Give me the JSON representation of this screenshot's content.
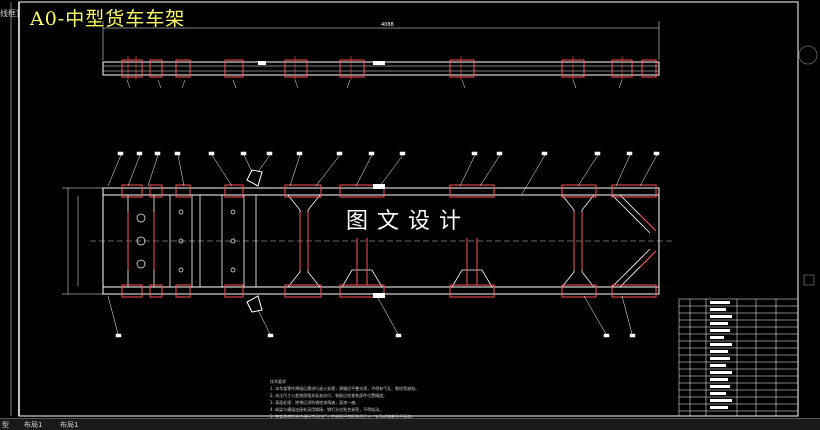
{
  "window": {
    "tab_label": "线框]",
    "title": "A0-中型货车车架"
  },
  "drawing": {
    "overall_dimension": "4088",
    "watermark": "图文设计",
    "notes_title": "技术要求",
    "notes": [
      "1. 本车架零件焊接后需进行退火处理，焊缝应平整光滑，不得有气孔、裂纹等缺陷。",
      "2. 未注尺寸公差按照相关标准执行，装配后检查各部件位置精度。",
      "3. 表面处理：除锈后涂防锈底漆两遍，面漆一遍。",
      "4. 纵梁与横梁连接处采用铆接，铆钉头应贴合紧密，不得松动。",
      "5. 车架总成检验合格后方可出厂，检验项目包括外形尺寸、对角线偏差及平面度。"
    ]
  },
  "status": {
    "coords": "型",
    "mode": "布局1",
    "mode2": "布局1"
  },
  "colors": {
    "background": "#000000",
    "frame_line": "#ffffff",
    "component": "#ff5050",
    "title": "#ffff66"
  }
}
